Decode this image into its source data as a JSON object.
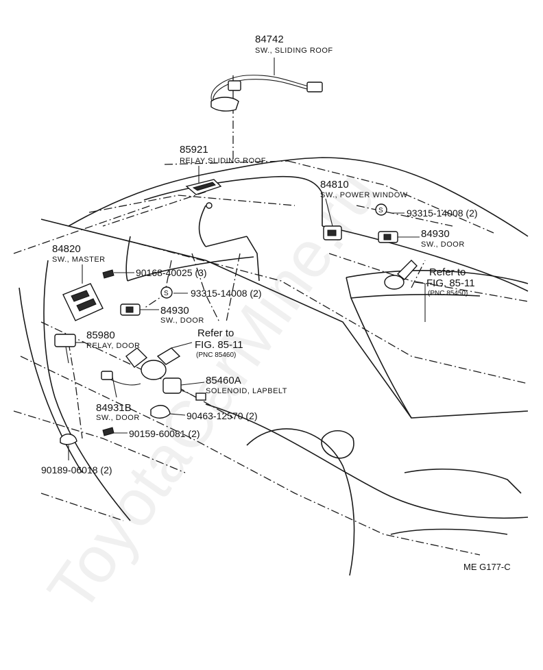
{
  "diagram_code": "ME  G177-C",
  "watermark": "ToyotaCarMine.ru",
  "callouts": {
    "sw_sliding_roof": {
      "part_no": "84742",
      "desc": "SW., SLIDING ROOF"
    },
    "relay_sliding_roof": {
      "part_no": "85921",
      "desc": "RELAY  SLIDING  ROOF"
    },
    "sw_power_window": {
      "part_no": "84810",
      "desc": "SW., POWER  WINDOW"
    },
    "screw_right": {
      "symbol": "S",
      "part_no": "93315-14008 (2)"
    },
    "sw_door_right": {
      "part_no": "84930",
      "desc": "SW., DOOR"
    },
    "refer_right": {
      "line1": "Refer to",
      "fig": "FIG. 85-11",
      "pnc": "(PNC 85450)"
    },
    "sw_master": {
      "part_no": "84820",
      "desc": "SW., MASTER"
    },
    "bolt_master": {
      "part_no": "90168-40025 (3)"
    },
    "screw_left": {
      "symbol": "S",
      "part_no": "93315-14008 (2)"
    },
    "sw_door_left": {
      "part_no": "84930",
      "desc": "SW., DOOR"
    },
    "relay_door": {
      "part_no": "85980",
      "desc": "RELAY, DOOR"
    },
    "refer_left": {
      "line1": "Refer to",
      "fig": "FIG. 85-11",
      "pnc": "(PNC 85460)"
    },
    "solenoid_lapbelt": {
      "part_no": "85460A",
      "desc": "SOLENOID, LAPBELT"
    },
    "sw_door_b": {
      "part_no": "84931B",
      "desc": "SW., DOOR"
    },
    "clamp": {
      "part_no": "90463-12570 (2)"
    },
    "bolt_lower": {
      "part_no": "90159-60081 (2)"
    },
    "clip_lower": {
      "part_no": "90189-06018 (2)"
    }
  }
}
